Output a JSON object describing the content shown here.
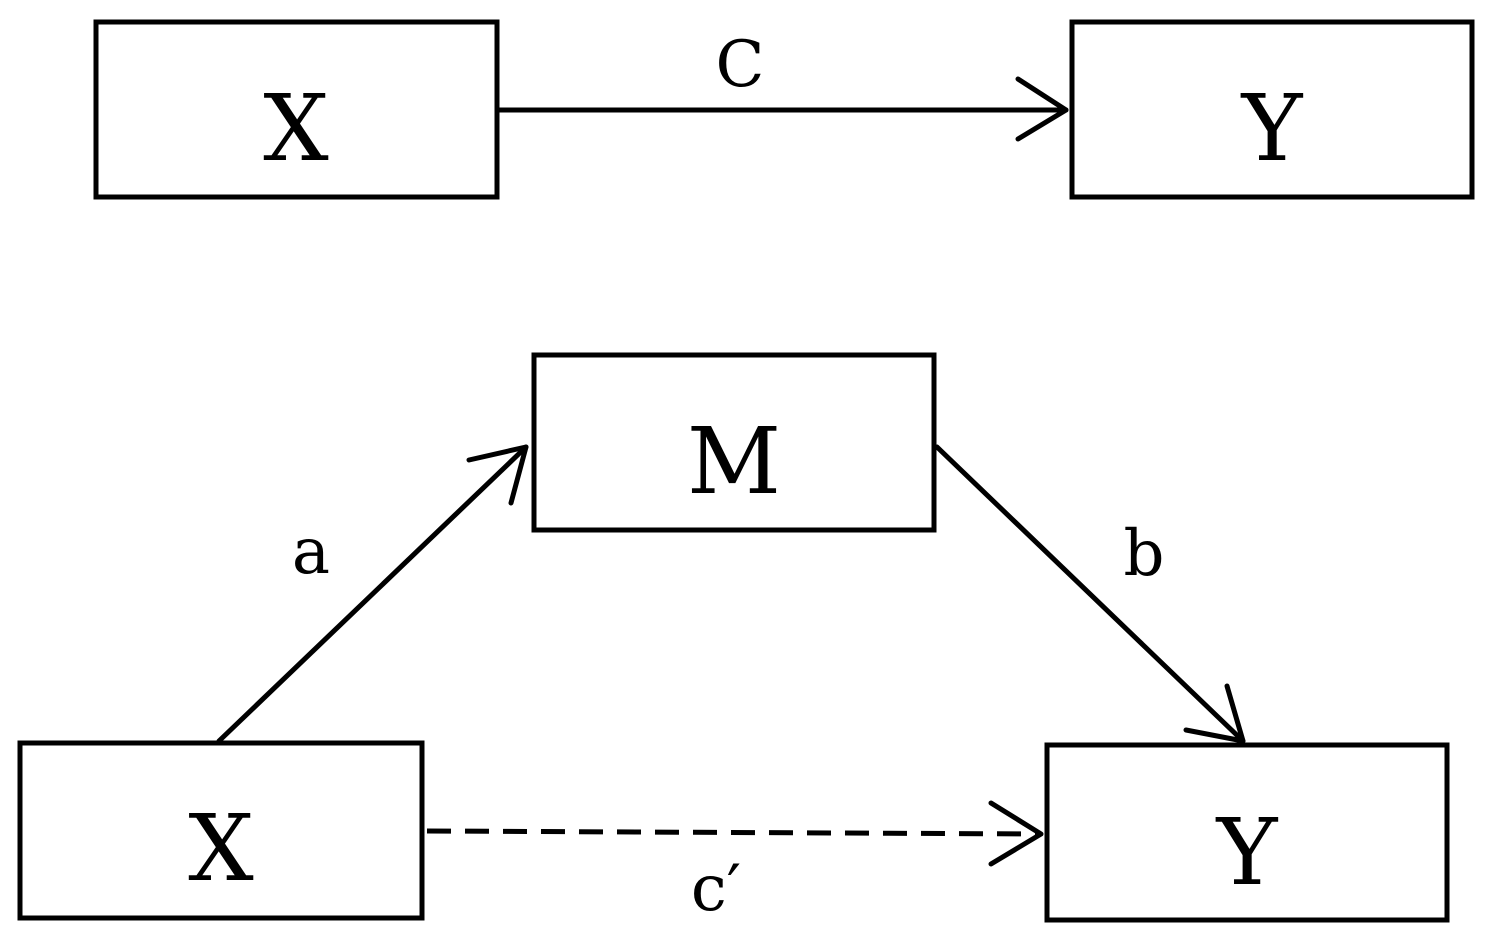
{
  "total_effect": {
    "x_label": "X",
    "y_label": "Y",
    "path_label": "C"
  },
  "mediation": {
    "m_label": "M",
    "x_label": "X",
    "y_label": "Y",
    "path_a_label": "a",
    "path_b_label": "b",
    "direct_path_label": "c′",
    "direct_path_style": "dashed"
  },
  "colors": {
    "stroke": "#000000",
    "background": "#ffffff"
  }
}
